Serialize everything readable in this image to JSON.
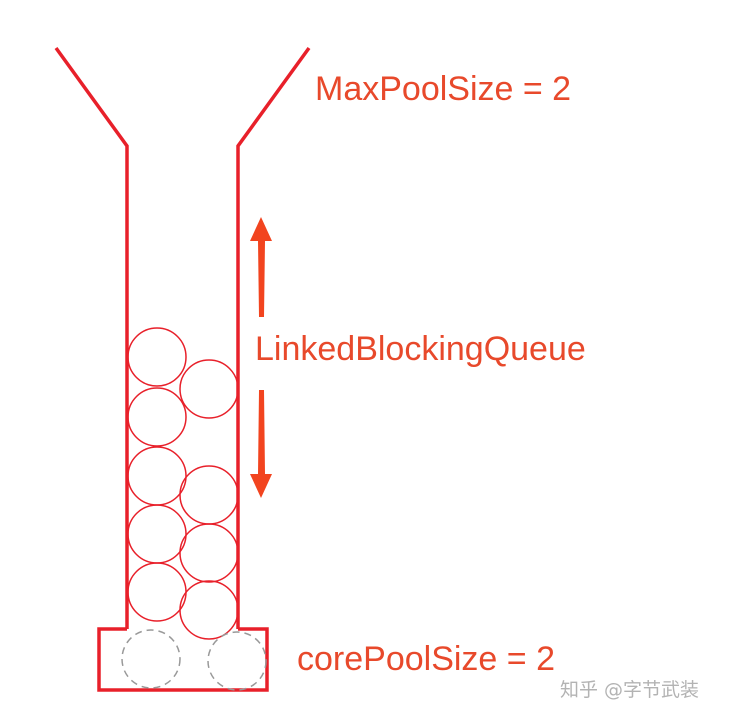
{
  "colors": {
    "funnel": "#e8202a",
    "label": "#e8492b",
    "arrow": "#f2441f",
    "idle_ball": "#999999",
    "watermark": "#b3b3b3"
  },
  "labels": {
    "max_pool_size": "MaxPoolSize = 2",
    "queue": "LinkedBlockingQueue",
    "core_pool_size": "corePoolSize = 2"
  },
  "watermark": "知乎 @字节武装",
  "queue_ball_count": 9,
  "core_ball_count": 2
}
